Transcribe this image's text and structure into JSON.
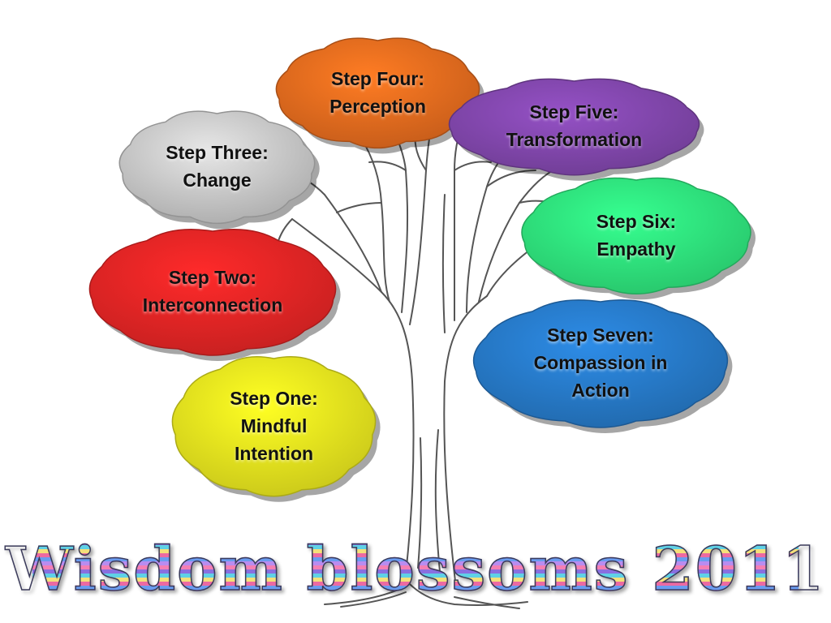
{
  "diagram": {
    "title": "Wisdom blossoms 2011",
    "steps": [
      {
        "id": "step-one",
        "lines": [
          "Step One:",
          "Mindful",
          "Intention"
        ],
        "color": "#E4E21E"
      },
      {
        "id": "step-two",
        "lines": [
          "Step Two:",
          "Interconnection"
        ],
        "color": "#E02424"
      },
      {
        "id": "step-three",
        "lines": [
          "Step Three:",
          "Change"
        ],
        "color": "#C4C4C4"
      },
      {
        "id": "step-four",
        "lines": [
          "Step Four:",
          "Perception"
        ],
        "color": "#E0691E"
      },
      {
        "id": "step-five",
        "lines": [
          "Step Five:",
          "Transformation"
        ],
        "color": "#7E45A8"
      },
      {
        "id": "step-six",
        "lines": [
          "Step Six:",
          "Empathy"
        ],
        "color": "#2EE07A"
      },
      {
        "id": "step-seven",
        "lines": [
          "Step Seven:",
          "Compassion in",
          "Action"
        ],
        "color": "#2677C4"
      }
    ]
  }
}
